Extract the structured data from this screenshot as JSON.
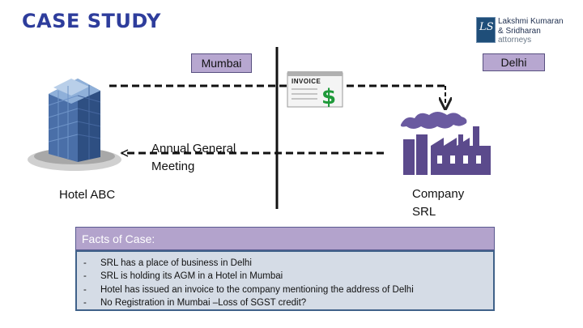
{
  "slide": {
    "title": "CASE STUDY",
    "logo": {
      "monogram": "LS",
      "line1": "Lakshmi Kumaran",
      "line2": "& Sridharan",
      "line3": "attorneys"
    }
  },
  "locations": {
    "left_city": "Mumbai",
    "right_city": "Delhi"
  },
  "diagram": {
    "invoice_label": "INVOICE",
    "invoice_symbol": "$",
    "agm_line1": "Annual General",
    "agm_line2": "Meeting",
    "hotel_label": "Hotel ABC",
    "company_line1": "Company",
    "company_line2": "SRL",
    "icons": [
      "building-icon",
      "invoice-icon",
      "factory-icon"
    ]
  },
  "facts": {
    "heading": "Facts of Case:",
    "items": [
      "SRL has a place of business in Delhi",
      "SRL is holding its AGM in a Hotel in Mumbai",
      "Hotel has issued an invoice to the company mentioning the address of Delhi",
      "No Registration in Mumbai –Loss of SGST credit?"
    ]
  },
  "colors": {
    "title": "#2e3d9c",
    "city_box": "#b7a7d0",
    "facts_head": "#b3a3cc",
    "facts_body": "#d5dce6",
    "factory": "#5b4a8c"
  }
}
